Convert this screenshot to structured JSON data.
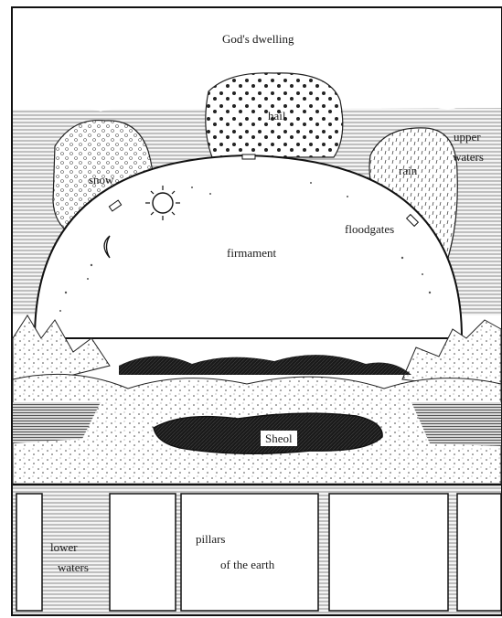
{
  "diagram": {
    "labels": {
      "gods_dwelling": "God's dwelling",
      "hail": "hail",
      "snow": "snow",
      "rain": "rain",
      "upper_waters_1": "upper",
      "upper_waters_2": "waters",
      "floodgates": "floodgates",
      "firmament": "firmament",
      "sheol": "Sheol",
      "lower_waters_1": "lower",
      "lower_waters_2": "waters",
      "pillars_1": "pillars",
      "pillars_2": "of the earth"
    }
  }
}
